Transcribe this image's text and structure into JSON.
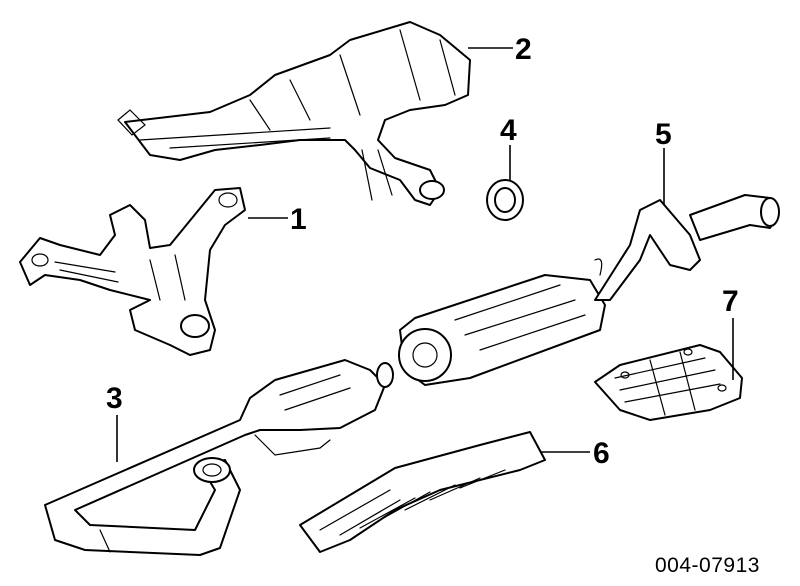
{
  "diagram": {
    "callouts": [
      {
        "id": "1",
        "label": "1"
      },
      {
        "id": "2",
        "label": "2"
      },
      {
        "id": "3",
        "label": "3"
      },
      {
        "id": "4",
        "label": "4"
      },
      {
        "id": "5",
        "label": "5"
      },
      {
        "id": "6",
        "label": "6"
      },
      {
        "id": "7",
        "label": "7"
      }
    ],
    "reference_number": "004-07913"
  }
}
